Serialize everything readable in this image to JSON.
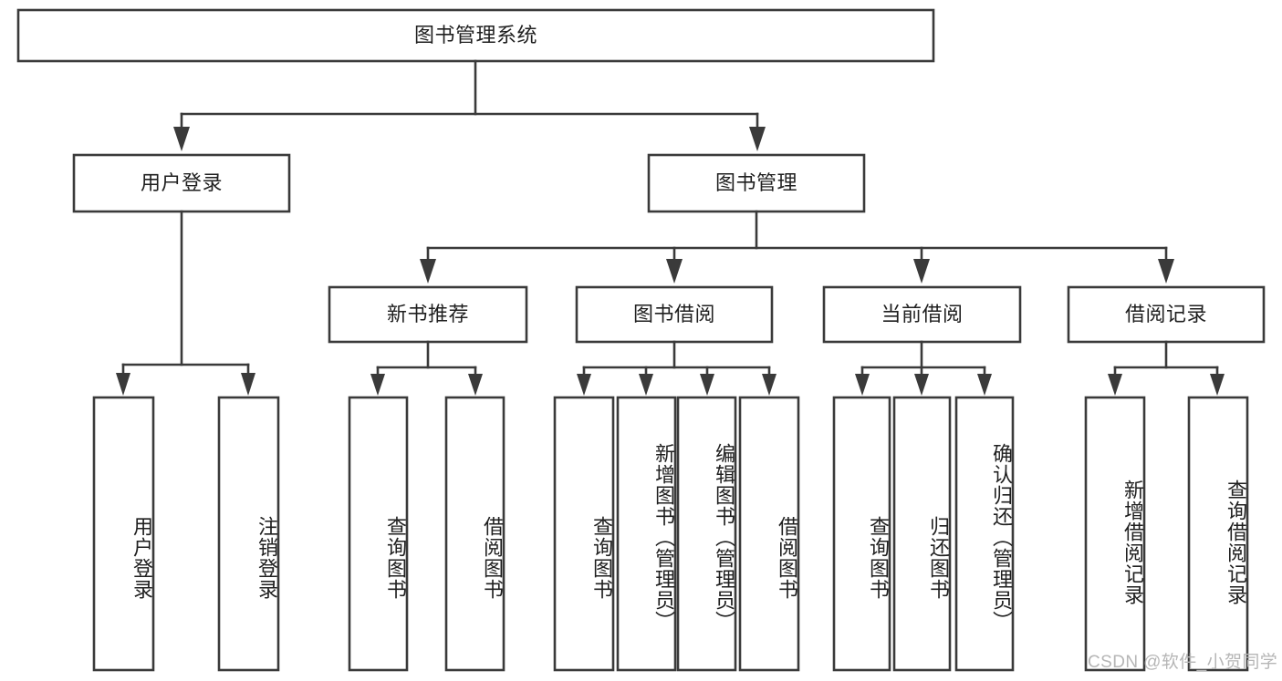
{
  "diagram": {
    "type": "tree-hierarchy-chart",
    "title": "图书管理系统",
    "watermark": "CSDN @软件_小贺同学",
    "colors": {
      "stroke": "#3a3a3a",
      "fill": "#ffffff",
      "text": "#1f1f1f",
      "watermark": "#b6b6b6",
      "background": "#ffffff"
    },
    "levels": {
      "root": {
        "label": "图书管理系统"
      },
      "level2": [
        {
          "label": "用户登录"
        },
        {
          "label": "图书管理"
        }
      ],
      "level3": [
        {
          "label": "新书推荐"
        },
        {
          "label": "图书借阅"
        },
        {
          "label": "当前借阅"
        },
        {
          "label": "借阅记录"
        }
      ],
      "leaves": {
        "user_login": [
          {
            "label": "用户登录"
          },
          {
            "label": "注销登录"
          }
        ],
        "new_book_recommend": [
          {
            "label": "查询图书"
          },
          {
            "label": "借阅图书"
          }
        ],
        "book_borrow": [
          {
            "label": "查询图书"
          },
          {
            "label": "新增图书（管理员）"
          },
          {
            "label": "编辑图书（管理员）"
          },
          {
            "label": "借阅图书"
          }
        ],
        "current_borrow": [
          {
            "label": "查询图书"
          },
          {
            "label": "归还图书"
          },
          {
            "label": "确认归还（管理员）"
          }
        ],
        "borrow_record": [
          {
            "label": "新增借阅记录"
          },
          {
            "label": "查询借阅记录"
          }
        ]
      }
    }
  }
}
